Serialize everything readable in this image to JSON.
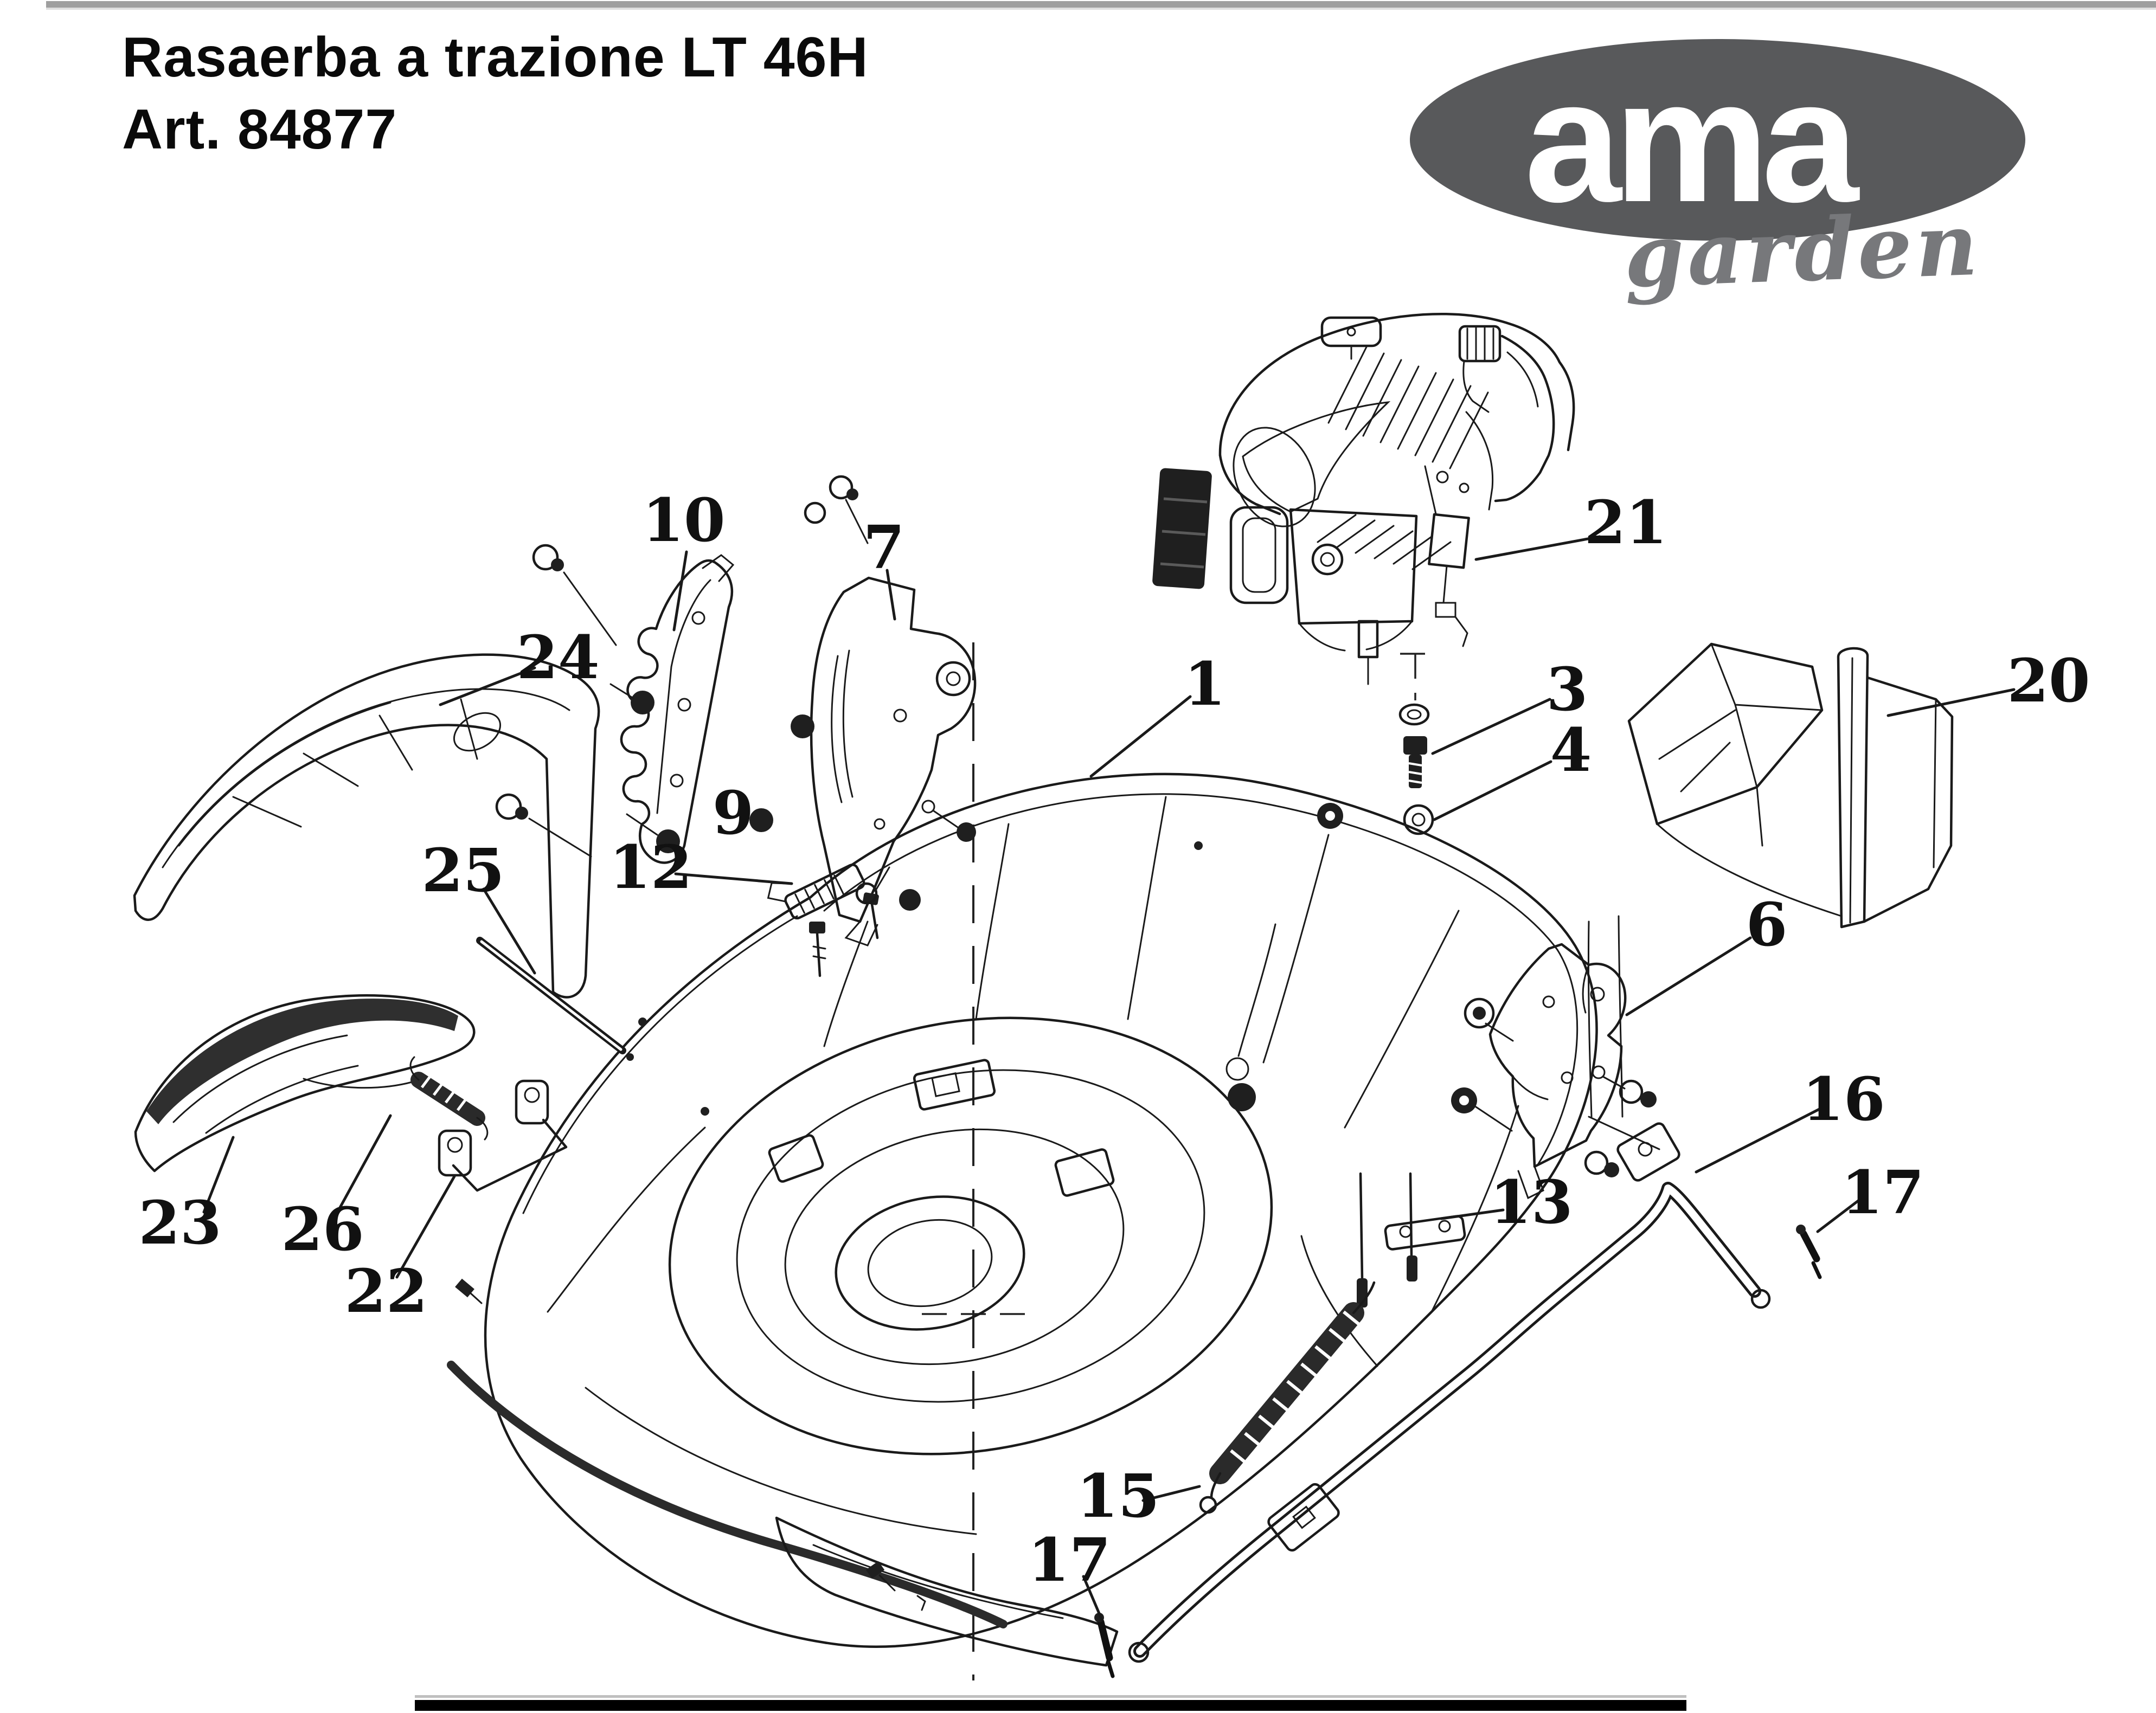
{
  "header": {
    "title_line1": "Rasaerba a trazione LT 46H",
    "title_line2": "Art. 84877"
  },
  "logo": {
    "brand": "ama",
    "tagline": "garden",
    "oval_color": "#58595b",
    "brand_color": "#ffffff",
    "tagline_color": "#77787b"
  },
  "diagram": {
    "type": "exploded-parts-diagram",
    "subject": "self-propelled lawn mower LT 46H deck, engine and hardware",
    "line_color": "#1a1a1a",
    "callouts": [
      {
        "label": "1"
      },
      {
        "label": "3"
      },
      {
        "label": "4"
      },
      {
        "label": "6"
      },
      {
        "label": "7"
      },
      {
        "label": "9"
      },
      {
        "label": "10"
      },
      {
        "label": "12"
      },
      {
        "label": "13"
      },
      {
        "label": "15"
      },
      {
        "label": "16"
      },
      {
        "label": "17"
      },
      {
        "label": "17"
      },
      {
        "label": "20"
      },
      {
        "label": "21"
      },
      {
        "label": "22"
      },
      {
        "label": "23"
      },
      {
        "label": "24"
      },
      {
        "label": "25"
      },
      {
        "label": "26"
      }
    ]
  }
}
